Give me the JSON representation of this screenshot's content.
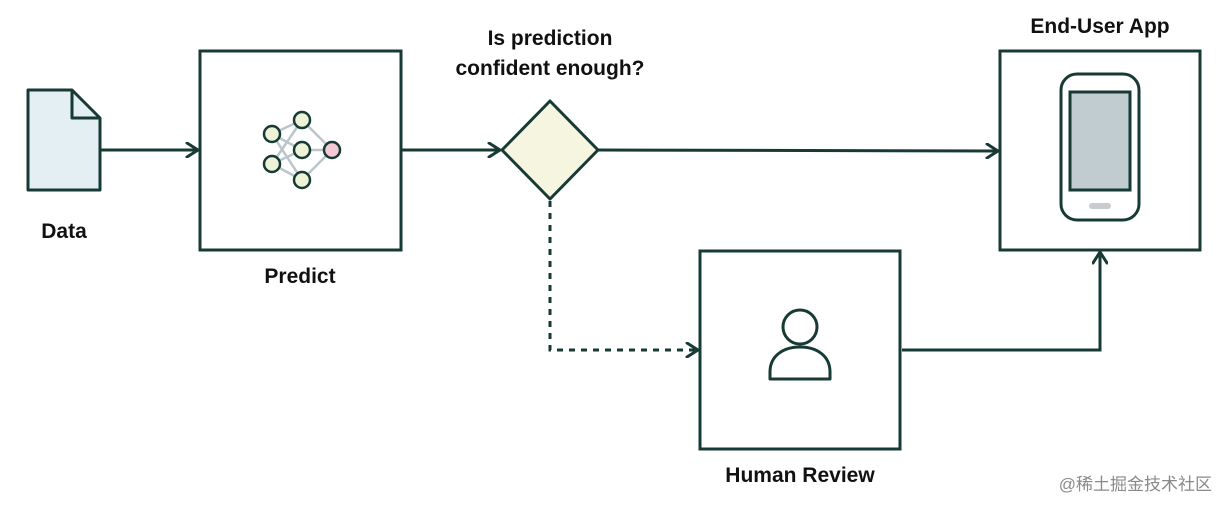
{
  "labels": {
    "data": "Data",
    "predict": "Predict",
    "question_line1": "Is prediction",
    "question_line2": "confident enough?",
    "end_user_app": "End-User App",
    "human_review": "Human Review"
  },
  "watermark": "@稀土掘金技术社区",
  "colors": {
    "stroke": "#173a35",
    "document_fill": "#e4eff3",
    "diamond_fill": "#f6f6e0",
    "node_fill": "#eef2d6",
    "node_output_fill": "#f5c9d6",
    "network_edge": "#b9c6cc",
    "phone_screen": "#c1ccd1",
    "phone_button": "#c6ccd0"
  },
  "icons": [
    "document-icon",
    "neural-network-icon",
    "decision-diamond",
    "smartphone-icon",
    "person-icon"
  ]
}
